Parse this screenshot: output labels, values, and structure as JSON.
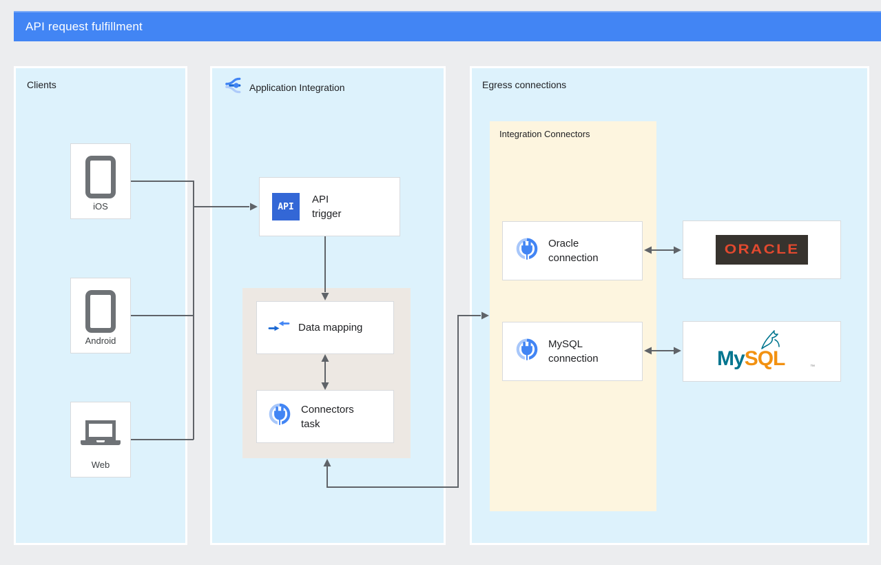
{
  "header": {
    "title": "API request fulfillment"
  },
  "clients_panel": {
    "label": "Clients",
    "items": [
      {
        "label": "iOS",
        "icon": "phone-icon"
      },
      {
        "label": "Android",
        "icon": "phone-icon"
      },
      {
        "label": "Web",
        "icon": "laptop-icon"
      }
    ]
  },
  "integration_panel": {
    "label": "Application Integration",
    "icon": "application-integration-icon",
    "api_trigger": {
      "badge": "API",
      "label": "API\ntrigger"
    },
    "data_mapping": {
      "label": "Data mapping",
      "icon": "data-mapping-icon"
    },
    "connectors_task": {
      "label": "Connectors\ntask",
      "icon": "connectors-plug-icon"
    }
  },
  "egress_panel": {
    "label": "Egress connections",
    "connectors_group": {
      "label": "Integration Connectors",
      "oracle_connection": {
        "label": "Oracle\nconnection",
        "icon": "connectors-plug-icon"
      },
      "mysql_connection": {
        "label": "MySQL\nconnection",
        "icon": "connectors-plug-icon"
      }
    },
    "oracle_logo": {
      "text": "ORACLE"
    },
    "mysql_logo": {
      "text_my": "My",
      "text_sql": "SQL",
      "tm": "™"
    }
  },
  "colors": {
    "header_bg": "#4285F4",
    "panel_bg": "#DDF2FC",
    "gray_group_bg": "#EDE8E3",
    "yellow_group_bg": "#FDF5DF",
    "arrow": "#5F6368",
    "api_badge_bg": "#3367D6",
    "oracle_red": "#E2492F",
    "oracle_dark": "#37332E",
    "mysql_teal": "#00758F",
    "mysql_orange": "#F29111",
    "device_icon_gray": "#6E7276"
  }
}
